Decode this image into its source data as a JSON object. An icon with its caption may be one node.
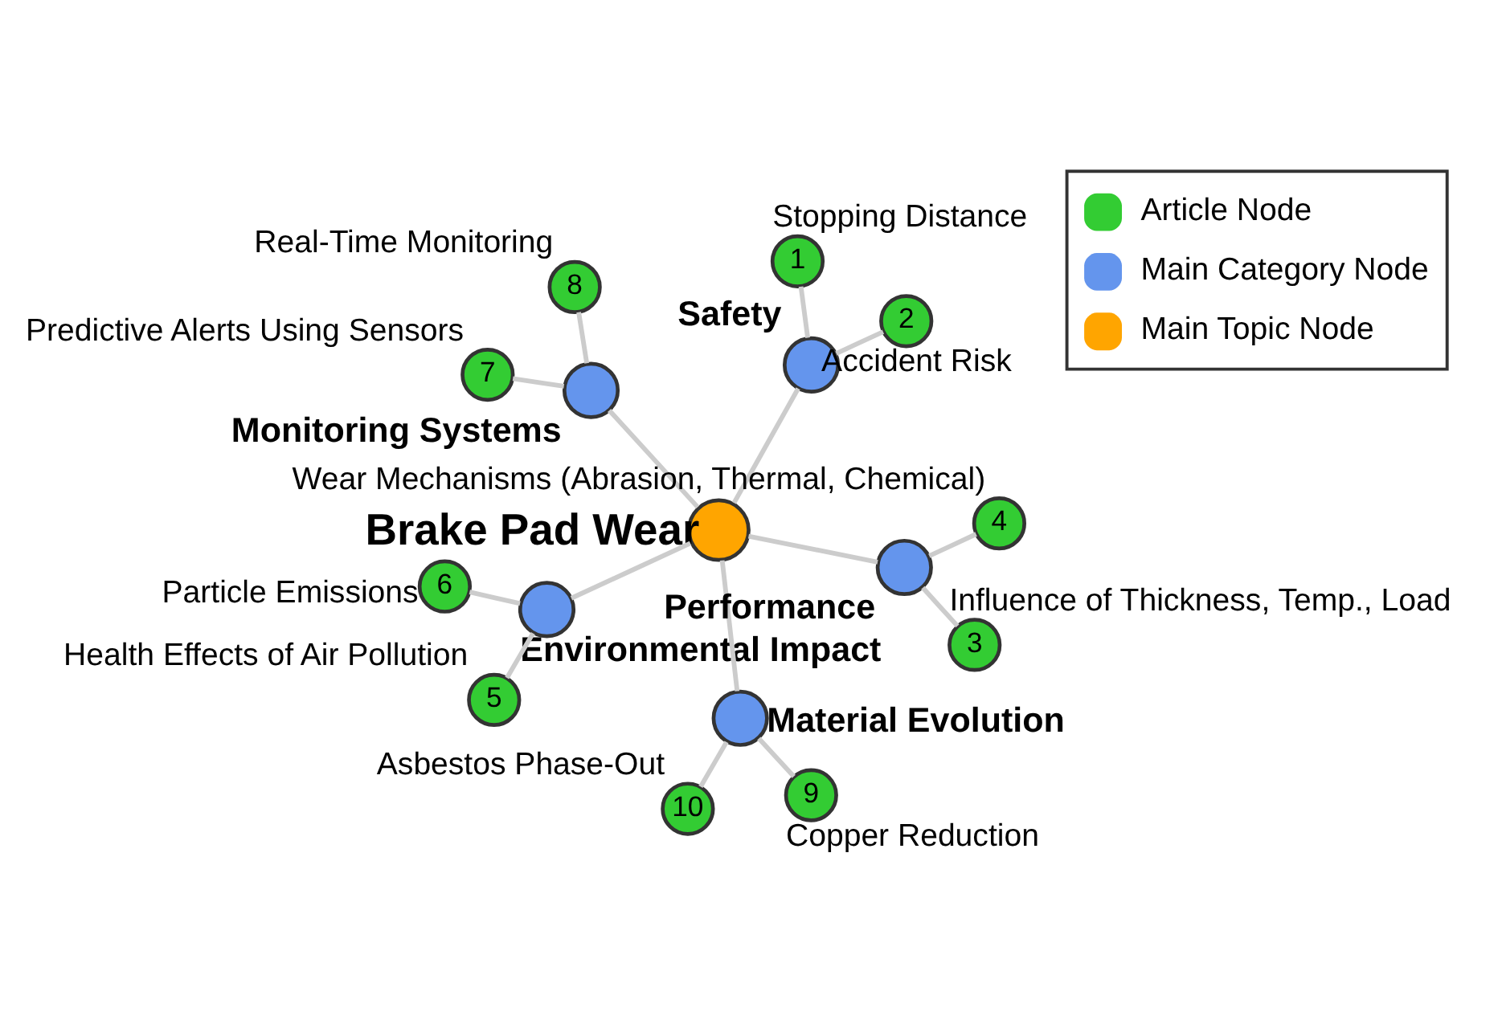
{
  "diagram": {
    "nodes": [
      {
        "text": [
          "8"
        ],
        "beside": [
          "Real-Time Monitoring"
        ]
      },
      {
        "text": [
          "7"
        ],
        "beside": [
          "Predictive Alerts Using Sensors"
        ]
      },
      {
        "text": [],
        "shape": "circle",
        "beside": [
          "Monitoring Systems"
        ]
      },
      {
        "text": [
          "5"
        ],
        "beside": [
          "Health Effects of Air Pollution"
        ]
      },
      {
        "text": [],
        "shape": "circle",
        "beside": [
          "Environmental Impact"
        ]
      },
      {
        "text": [
          "10"
        ],
        "beside": [
          "Asbestos Phase-Out"
        ]
      },
      {
        "text": [],
        "shape": "circle",
        "beside": [
          "Material Evolution"
        ]
      },
      {
        "text": [],
        "shape": "circle",
        "beside": [
          "Brake Pad Wear"
        ]
      },
      {
        "text": [
          "6"
        ],
        "beside": [
          "Particle Emissions"
        ]
      },
      {
        "text": [
          "9"
        ],
        "beside": [
          "Copper Reduction"
        ]
      },
      {
        "text": [],
        "shape": "circle",
        "beside": [
          "Performance"
        ]
      },
      {
        "text": [],
        "shape": "circle",
        "beside": [
          "Safety"
        ]
      },
      {
        "text": [
          "3"
        ],
        "beside": [
          "Influence of Thickness, Temp., Load"
        ]
      },
      {
        "text": [
          "4"
        ],
        "beside": [
          "Wear Mechanisms (Abrasion, Thermal, Chemical)"
        ]
      },
      {
        "text": [
          "2"
        ],
        "beside": [
          "Accident Risk"
        ]
      },
      {
        "text": [
          "1"
        ],
        "beside": [
          "Stopping Distance"
        ]
      }
    ],
    "edges": [
      {
        "from": 7,
        "to": 2,
        "arrow": "none"
      },
      {
        "from": 7,
        "to": 4,
        "arrow": "none"
      },
      {
        "from": 7,
        "to": 6,
        "arrow": "none"
      },
      {
        "from": 7,
        "to": 10,
        "arrow": "none"
      },
      {
        "from": 7,
        "to": 11,
        "arrow": "none"
      },
      {
        "from": 2,
        "to": 0,
        "arrow": "none"
      },
      {
        "from": 2,
        "to": 1,
        "arrow": "none"
      },
      {
        "from": 4,
        "to": 3,
        "arrow": "none"
      },
      {
        "from": 4,
        "to": 8,
        "arrow": "none"
      },
      {
        "from": 6,
        "to": 5,
        "arrow": "none"
      },
      {
        "from": 6,
        "to": 9,
        "arrow": "none"
      },
      {
        "from": 10,
        "to": 12,
        "arrow": "none"
      },
      {
        "from": 10,
        "to": 13,
        "arrow": "none"
      },
      {
        "from": 11,
        "to": 15,
        "arrow": "none"
      },
      {
        "from": 11,
        "to": 14,
        "arrow": "none"
      }
    ],
    "legend": [
      {
        "text": "Article Node",
        "color": "#33cc33"
      },
      {
        "text": "Main Category Node",
        "color": "#6495ed"
      },
      {
        "text": "Main Topic Node",
        "color": "#ffa500"
      }
    ]
  }
}
